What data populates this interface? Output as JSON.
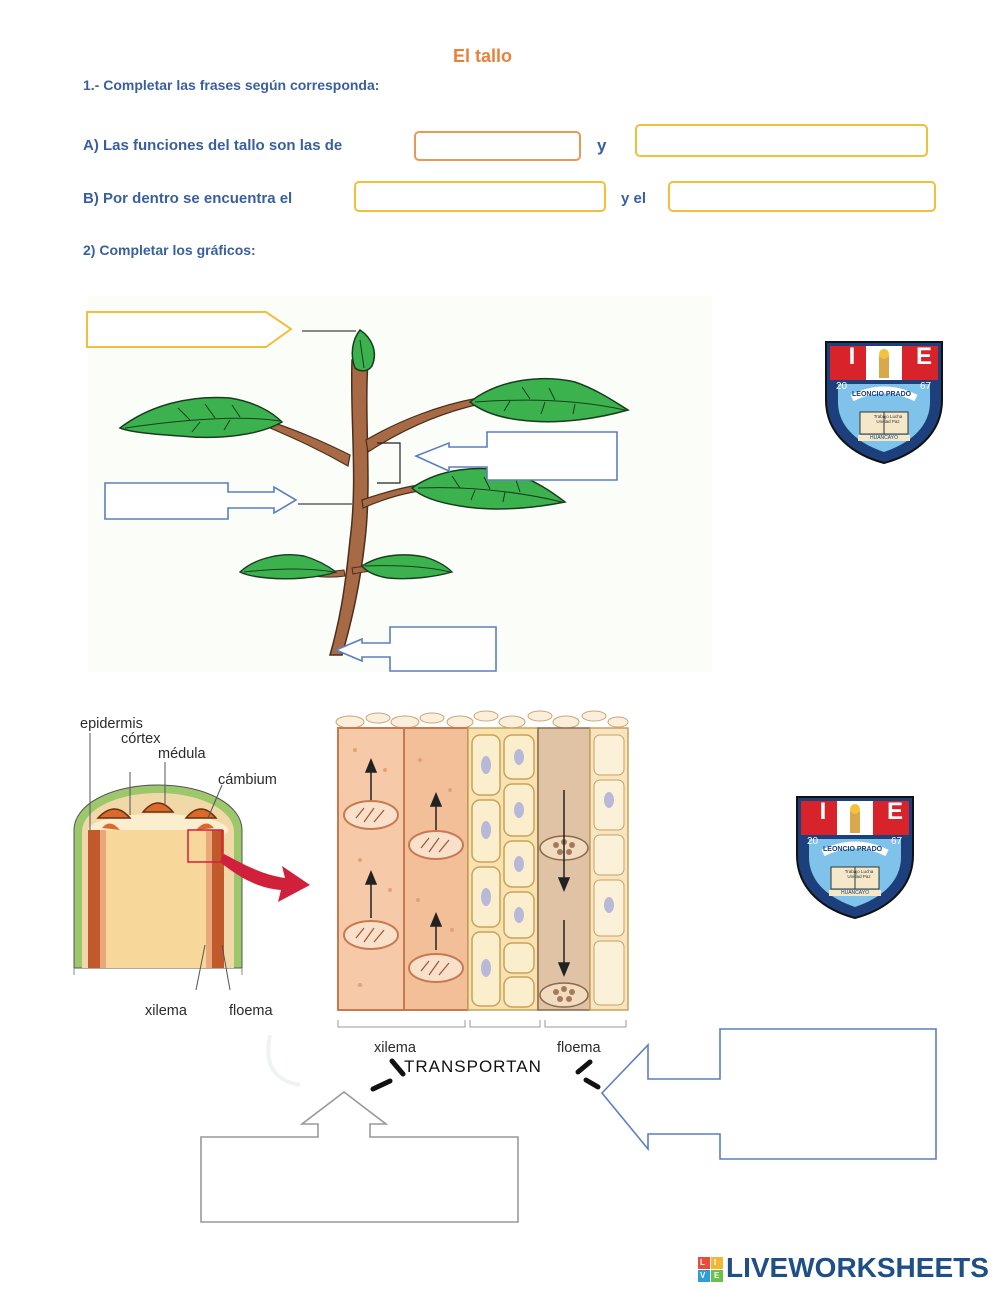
{
  "worksheet": {
    "title": "El tallo",
    "instruction_1": "1.- Completar las frases según corresponda:",
    "sentence_a_start": "A) Las funciones del tallo son las de",
    "sentence_a_mid": "y",
    "sentence_b_start": "B) Por dentro se encuentra el",
    "sentence_b_mid": "y el",
    "instruction_2": "2) Completar los gráficos:"
  },
  "school_logo": {
    "letters_left": "I",
    "letters_right": "E",
    "year_left": "20",
    "year_right": "67",
    "name": "LEONCIO PRADO",
    "motto": "Trabajo Lucha Unidad Paz",
    "place": "HUANCAYO"
  },
  "stem_section": {
    "labels": {
      "epidermis": "epidermis",
      "cortex": "córtex",
      "medula": "médula",
      "cambium": "cámbium",
      "xilema": "xilema",
      "floema": "floema"
    },
    "detail": {
      "xilema": "xilema",
      "floema": "floema",
      "transportan": "TRANSPORTAN"
    }
  },
  "footer": {
    "brand": "LIVEWORKSHEETS",
    "badge_letters": [
      "L",
      "I",
      "V",
      "E"
    ]
  },
  "colors": {
    "text_blue": "#3a5fa0",
    "title_orange": "#e8823a",
    "box_yellow": "#f2bf3a",
    "box_blue": "#5b7fc0",
    "leaf_green": "#2fa64a",
    "stem_brown": "#a86a45",
    "brand_blue": "#1f4f86"
  }
}
